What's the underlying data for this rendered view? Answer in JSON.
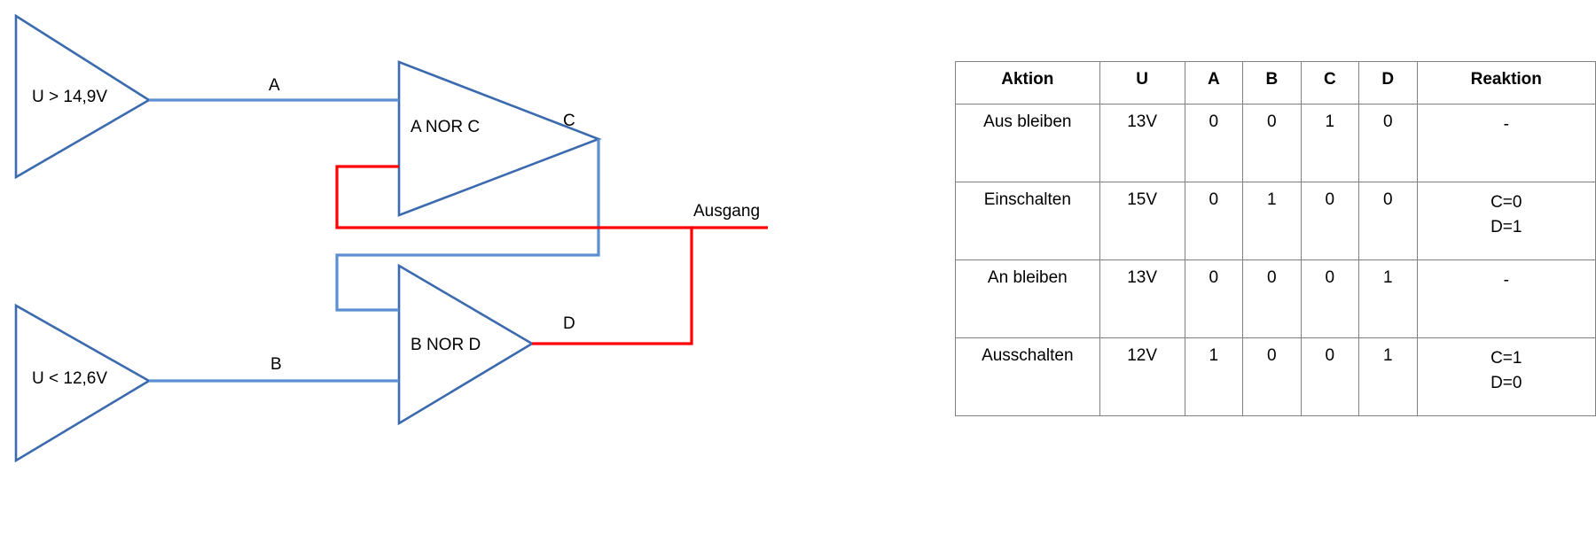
{
  "diagram": {
    "type": "logic-schematic",
    "description": "RS-NOR-Latch Schaltung mit zwei Komparatoren",
    "colors": {
      "wire_blue": "#5B8FD0",
      "gate_stroke": "#3B6AAF",
      "wire_red": "#FF0000",
      "table_border": "#808080",
      "text": "#000000"
    },
    "comparators": [
      {
        "id": "cmp-upper",
        "label": "U > 14,9V",
        "output_signal": "A"
      },
      {
        "id": "cmp-lower",
        "label": "U < 12,6V",
        "output_signal": "B"
      }
    ],
    "gates": [
      {
        "id": "gate-a-nor-c",
        "label": "A NOR C",
        "output_signal": "C"
      },
      {
        "id": "gate-b-nor-d",
        "label": "B NOR D",
        "output_signal": "D"
      }
    ],
    "signals": {
      "a": "A",
      "b": "B",
      "c": "C",
      "d": "D"
    },
    "output_label": "Ausgang"
  },
  "table": {
    "headers": [
      "Aktion",
      "U",
      "A",
      "B",
      "C",
      "D",
      "Reaktion"
    ],
    "rows": [
      {
        "aktion": "Aus bleiben",
        "u": "13V",
        "a": "0",
        "b": "0",
        "c": "1",
        "d": "0",
        "reaktion": [
          "-"
        ]
      },
      {
        "aktion": "Einschalten",
        "u": "15V",
        "a": "0",
        "b": "1",
        "c": "0",
        "d": "0",
        "reaktion": [
          "C=0",
          "D=1"
        ]
      },
      {
        "aktion": "An bleiben",
        "u": "13V",
        "a": "0",
        "b": "0",
        "c": "0",
        "d": "1",
        "reaktion": [
          "-"
        ]
      },
      {
        "aktion": "Ausschalten",
        "u": "12V",
        "a": "1",
        "b": "0",
        "c": "0",
        "d": "1",
        "reaktion": [
          "C=1",
          "D=0"
        ]
      }
    ]
  }
}
